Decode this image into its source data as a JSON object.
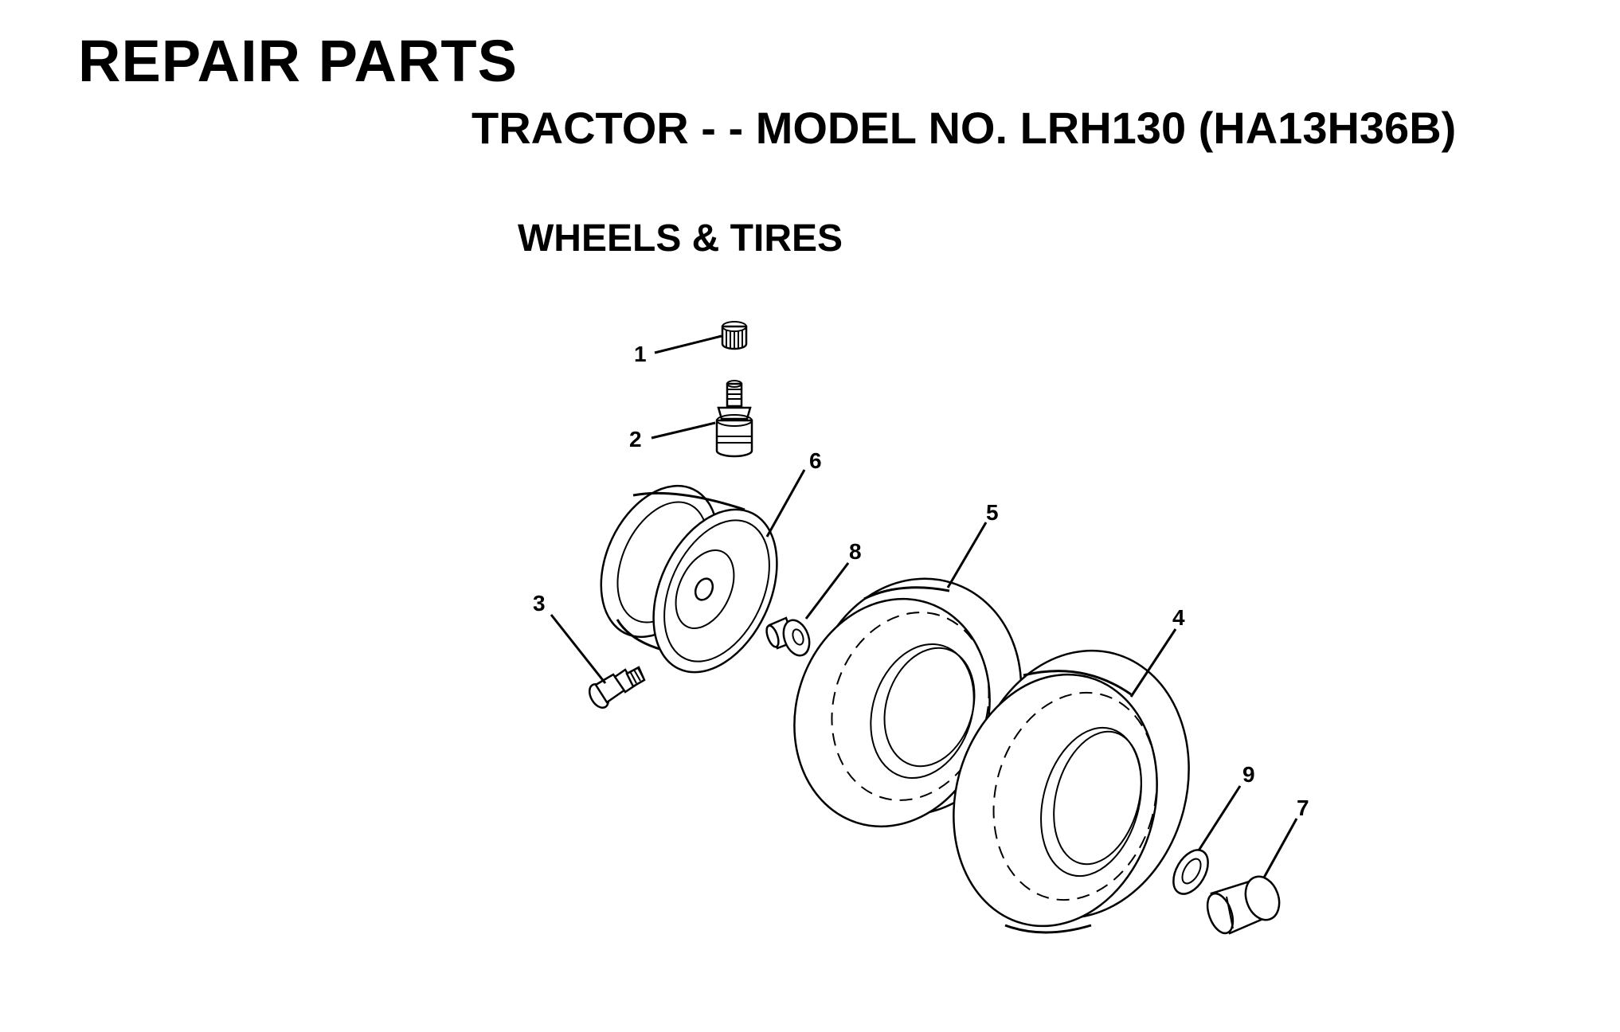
{
  "header": {
    "title": "REPAIR PARTS",
    "subtitle": "TRACTOR - - MODEL NO. LRH130 (HA13H36B)",
    "section": "WHEELS & TIRES"
  },
  "callouts": {
    "c1": "1",
    "c2": "2",
    "c3": "3",
    "c4": "4",
    "c5": "5",
    "c6": "6",
    "c7": "7",
    "c8": "8",
    "c9": "9"
  }
}
